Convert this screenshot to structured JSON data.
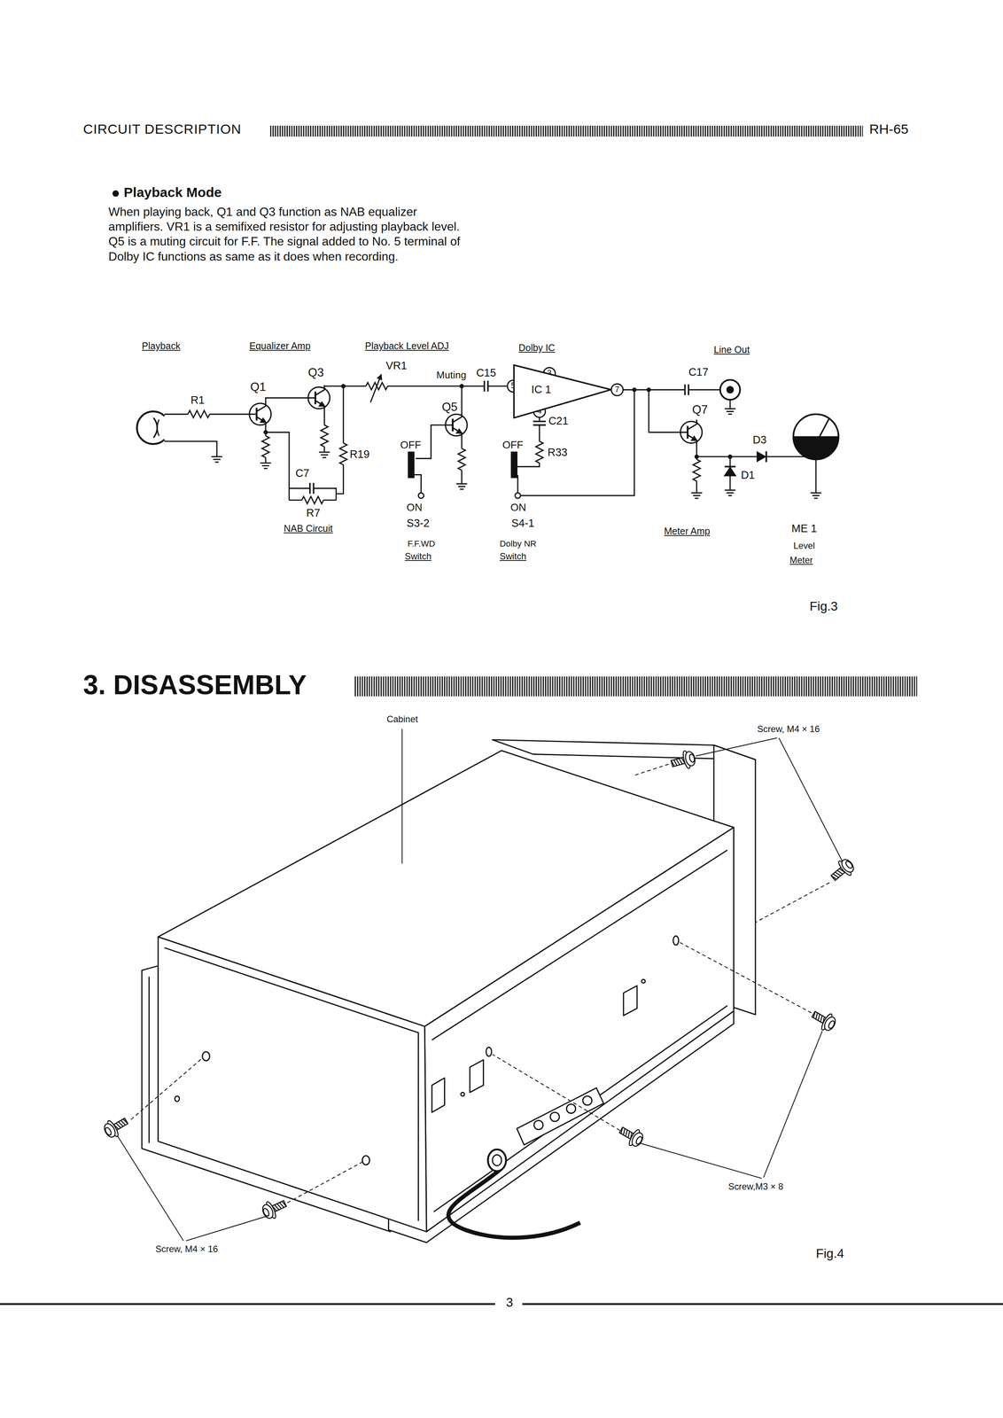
{
  "diagram": {
    "title": "CIRCUIT DESCRIPTION",
    "nodes": [
      {
        "text": [
          "IC 1"
        ]
      }
    ],
    "labels": [
      "RH-65",
      "Playback Mode",
      "When playing back, Q1 and Q3 function as NAB equalizer amplifiers. VR1 is a semifixed resistor for adjusting playback level. Q5 is a muting circuit for F.F. The signal added to No. 5 terminal of Dolby IC functions as same as it does when recording.",
      "Playback",
      "Equalizer Amp",
      "Playback Level ADJ",
      "Dolby IC",
      "Line Out",
      "Q3",
      "Q1",
      "R1",
      "VR1",
      "Muting",
      "C15",
      "Q5",
      "R19",
      "C7",
      "R7",
      "NAB Circuit",
      "OFF",
      "ON",
      "S3-2",
      "F.F.WD",
      "Switch",
      "5",
      "3",
      "4",
      "7",
      "C21",
      "R33",
      "OFF",
      "ON",
      "S4-1",
      "Dolby NR",
      "Switch",
      "C17",
      "Q7",
      "D3",
      "D1",
      "Meter Amp",
      "ME 1",
      "Level",
      "Meter",
      "Fig.3",
      "3. DISASSEMBLY",
      "Cabinet",
      "Screw, M4 × 16",
      "Screw,M3 × 8",
      "Screw, M4 × 16",
      "Fig.4",
      "3"
    ]
  }
}
